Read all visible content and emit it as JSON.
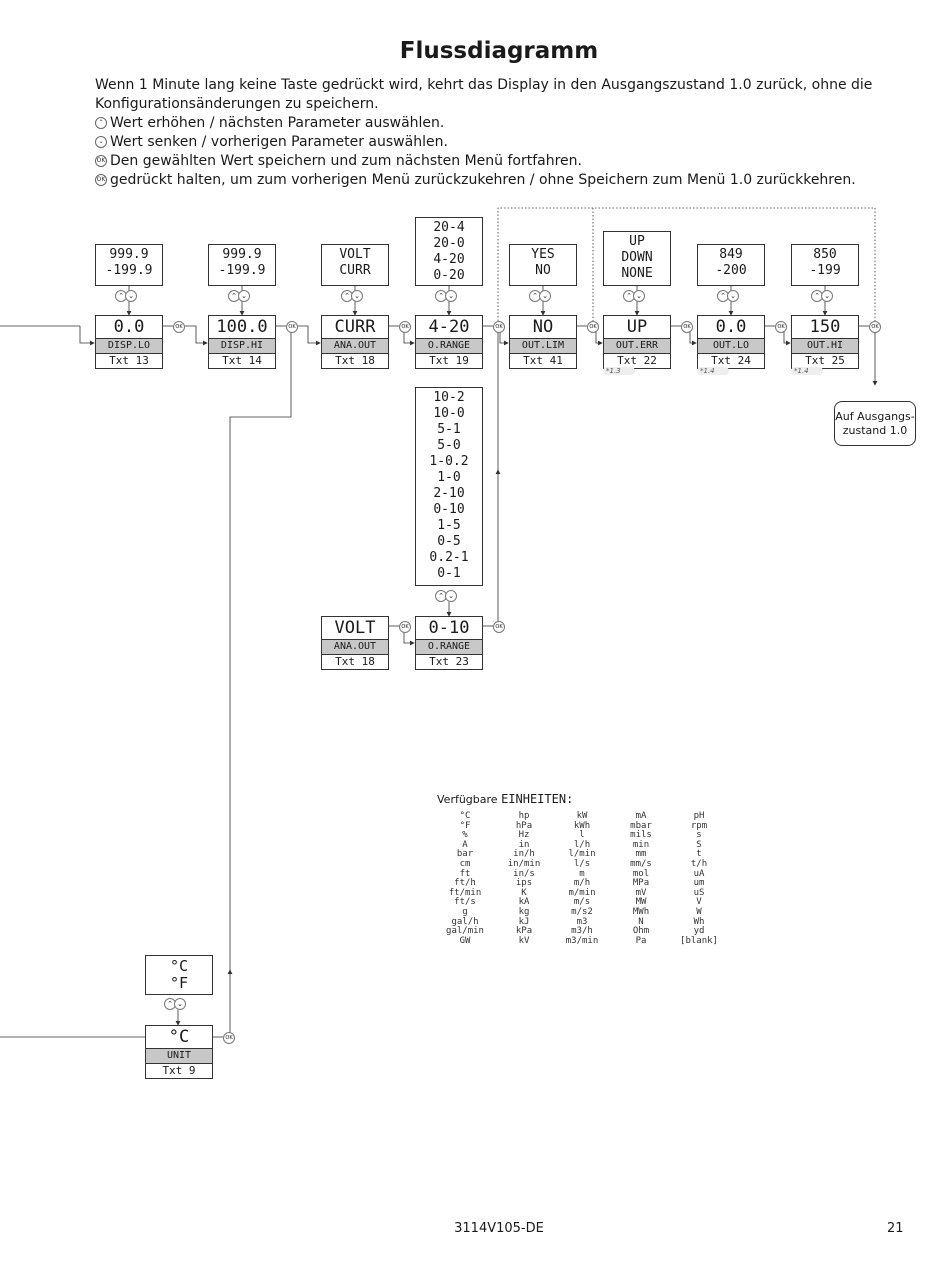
{
  "title": "Flussdiagramm",
  "intro": {
    "line1": "Wenn 1 Minute lang keine Taste gedrückt wird, kehrt das Display in den Ausgangszustand 1.0 zurück, ohne die",
    "line2": "Konfigurationsänderungen zu speichern.",
    "line3": "Wert erhöhen / nächsten Parameter auswählen.",
    "line4": "Wert senken / vorherigen Parameter auswählen.",
    "line5": "Den gewählten Wert speichern und zum nächsten Menü fortfahren.",
    "line6": "gedrückt halten, um zum vorherigen Menü zurückzukehren / ohne Speichern zum Menü 1.0 zurückkehren."
  },
  "icons": {
    "up": "up-arrow-button-icon",
    "down": "down-arrow-button-icon",
    "ok": "ok-button-icon"
  },
  "ok_label": "OK",
  "options": {
    "disp_lo": [
      "999.9",
      "-199.9"
    ],
    "disp_hi": [
      "999.9",
      "-199.9"
    ],
    "ana_out": [
      "VOLT",
      "CURR"
    ],
    "o_range_curr": [
      "20-4",
      "20-0",
      "4-20",
      "0-20"
    ],
    "out_lim": [
      "YES",
      "NO"
    ],
    "out_err": [
      "UP",
      "DOWN",
      "NONE"
    ],
    "out_lo": [
      "849",
      "-200"
    ],
    "out_hi": [
      "850",
      "-199"
    ],
    "o_range_volt": [
      "10-2",
      "10-0",
      "5-1",
      "5-0",
      "1-0.2",
      "1-0",
      "2-10",
      "0-10",
      "1-5",
      "0-5",
      "0.2-1",
      "0-1"
    ],
    "unit": [
      "°C",
      "°F"
    ]
  },
  "displays": {
    "disp_lo": {
      "value": "0.0",
      "name": "DISP.LO",
      "txt": "Txt 13"
    },
    "disp_hi": {
      "value": "100.0",
      "name": "DISP.HI",
      "txt": "Txt 14"
    },
    "ana_out": {
      "value": "CURR",
      "name": "ANA.OUT",
      "txt": "Txt 18"
    },
    "o_range": {
      "value": "4-20",
      "name": "O.RANGE",
      "txt": "Txt 19"
    },
    "out_lim": {
      "value": "NO",
      "name": "OUT.LIM",
      "txt": "Txt 41"
    },
    "out_err": {
      "value": "UP",
      "name": "OUT.ERR",
      "txt": "Txt 22"
    },
    "out_lo": {
      "value": "0.0",
      "name": "OUT.LO",
      "txt": "Txt 24"
    },
    "out_hi": {
      "value": "150",
      "name": "OUT.HI",
      "txt": "Txt 25"
    },
    "ana_out_volt": {
      "value": "VOLT",
      "name": "ANA.OUT",
      "txt": "Txt 18"
    },
    "o_range_volt": {
      "value": "0-10",
      "name": "O.RANGE",
      "txt": "Txt 23"
    },
    "unit": {
      "value": "°C",
      "name": "UNIT",
      "txt": "Txt 9"
    }
  },
  "notes": {
    "out_err": "*1.3",
    "out_lo": "*1.4",
    "out_hi": "*1.4"
  },
  "reset": {
    "line1": "Auf Ausgangs-",
    "line2": "zustand 1.0"
  },
  "units": {
    "label": "Verfügbare",
    "label_mono": "EINHEITEN:",
    "columns": [
      [
        "°C",
        "°F",
        "%",
        "A",
        "bar",
        "cm",
        "ft",
        "ft/h",
        "ft/min",
        "ft/s",
        "g",
        "gal/h",
        "gal/min",
        "GW"
      ],
      [
        "hp",
        "hPa",
        "Hz",
        "in",
        "in/h",
        "in/min",
        "in/s",
        "ips",
        "K",
        "kA",
        "kg",
        "kJ",
        "kPa",
        "kV"
      ],
      [
        "kW",
        "kWh",
        "l",
        "l/h",
        "l/min",
        "l/s",
        "m",
        "m/h",
        "m/min",
        "m/s",
        "m/s2",
        "m3",
        "m3/h",
        "m3/min"
      ],
      [
        "mA",
        "mbar",
        "mils",
        "min",
        "mm",
        "mm/s",
        "mol",
        "MPa",
        "mV",
        "MW",
        "MWh",
        "N",
        "Ohm",
        "Pa"
      ],
      [
        "pH",
        "rpm",
        "s",
        "S",
        "t",
        "t/h",
        "uA",
        "um",
        "uS",
        "V",
        "W",
        "Wh",
        "yd",
        "[blank]"
      ]
    ]
  },
  "footer": {
    "code": "3114V105-DE",
    "page": "21"
  }
}
